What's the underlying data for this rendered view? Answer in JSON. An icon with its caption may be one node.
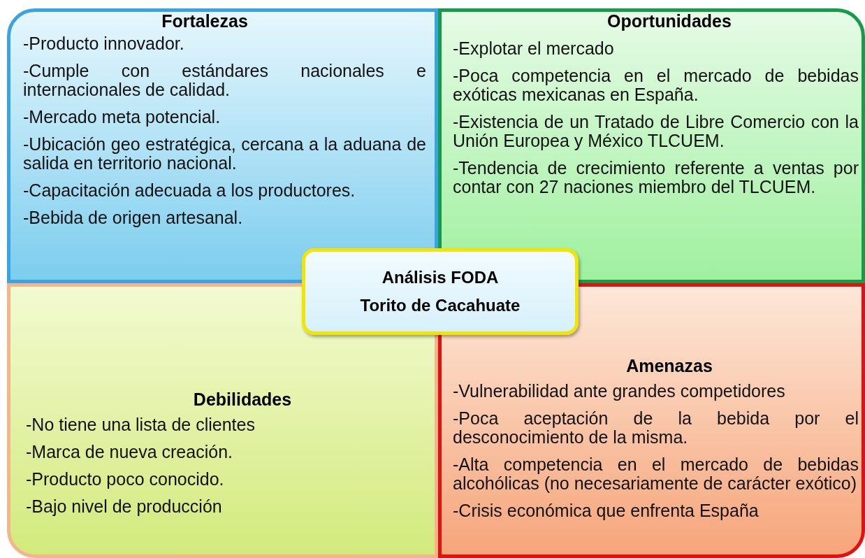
{
  "diagram": {
    "nodes": [
      {
        "text": [
          "Fortalezas",
          "-Producto innovador.",
          "-Cumple con estándares nacionales e internacionales de calidad.",
          "-Mercado meta potencial.",
          "-Ubicación geo estratégica, cercana a la aduana de salida en territorio nacional.",
          "-Capacitación adecuada a los productores.",
          "-Bebida de origen artesanal."
        ]
      },
      {
        "text": [
          "Oportunidades",
          "-Explotar el mercado",
          "-Poca competencia en el mercado de bebidas exóticas mexicanas en España.",
          "-Existencia de un Tratado de Libre Comercio con la Unión Europea y México TLCUEM.",
          "-Tendencia de crecimiento referente a ventas por contar con 27 naciones miembro del TLCUEM."
        ]
      },
      {
        "text": [
          "Debilidades",
          "-No tiene una lista de clientes",
          "-Marca de nueva creación.",
          "-Producto poco conocido.",
          "-Bajo nivel de producción"
        ]
      },
      {
        "text": [
          "Amenazas",
          "-Vulnerabilidad ante grandes competidores",
          "-Poca aceptación de la bebida por el desconocimiento de la misma.",
          "-Alta competencia en el mercado de bebidas alcohólicas (no necesariamente de carácter exótico)",
          "-Crisis económica que enfrenta España"
        ]
      },
      {
        "text": [
          "Análisis FODA",
          "Torito de Cacahuate"
        ]
      }
    ]
  }
}
